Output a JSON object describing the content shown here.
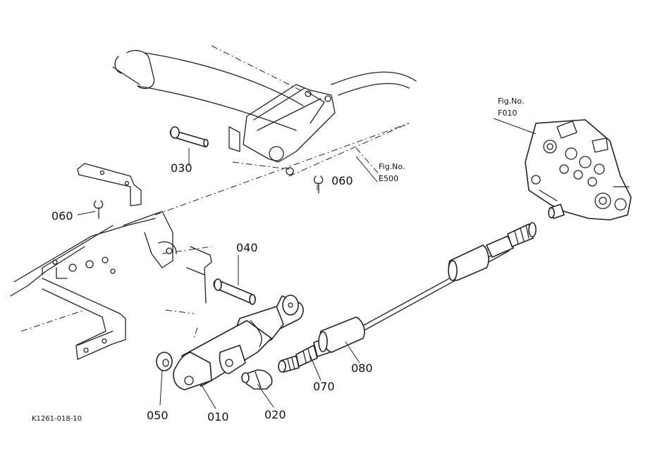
{
  "diagram": {
    "drawing_code": "K1261-018-10",
    "parts": [
      {
        "id": "010",
        "label": "010"
      },
      {
        "id": "020",
        "label": "020"
      },
      {
        "id": "030",
        "label": "030"
      },
      {
        "id": "040",
        "label": "040"
      },
      {
        "id": "050",
        "label": "050"
      },
      {
        "id": "060a",
        "label": "060"
      },
      {
        "id": "060b",
        "label": "060"
      },
      {
        "id": "070",
        "label": "070"
      },
      {
        "id": "080",
        "label": "080"
      }
    ],
    "references": {
      "e500": {
        "line1": "Fig.No.",
        "line2": "E500"
      },
      "f010": {
        "line1": "Fig.No.",
        "line2": "F010"
      }
    }
  }
}
